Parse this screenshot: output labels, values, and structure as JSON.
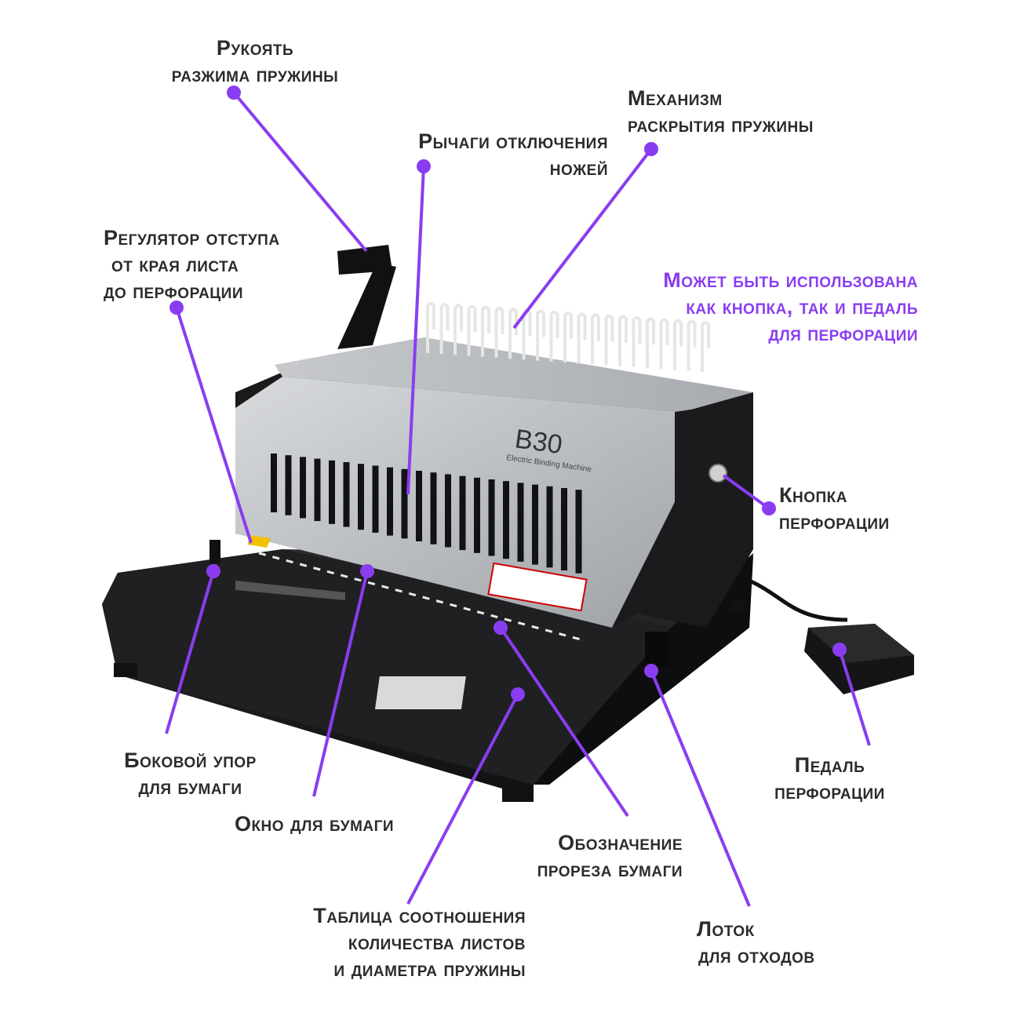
{
  "colors": {
    "accent": "#8a3df0",
    "text": "#2b2b2b",
    "machine_body": "#1c1c1e",
    "panel": "#b9bcbf"
  },
  "device": {
    "model": "B30",
    "subtitle": "Electric Binding Machine"
  },
  "labels": {
    "handle": [
      "Рукоять",
      "разжима пружины"
    ],
    "opening_mechanism": [
      "Механизм",
      "раскрытия пружины"
    ],
    "knife_levers": [
      "Рычаги отключения",
      "ножей"
    ],
    "margin_regulator": [
      "Регулятор отступа",
      "от края листа",
      "до перфорации"
    ],
    "note": [
      "Может быть использована",
      "как кнопка, так и педаль",
      "для перфорации"
    ],
    "punch_button": [
      "Кнопка",
      "перфорации"
    ],
    "side_stop": [
      "Боковой упор",
      "для бумаги"
    ],
    "paper_window": [
      "Окно для бумаги"
    ],
    "slot_mark": [
      "Обозначение",
      "прореза бумаги"
    ],
    "pedal": [
      "Педаль",
      "перфорации"
    ],
    "sheet_table": [
      "Таблица соотношения",
      "количества листов",
      "и диаметра пружины"
    ],
    "waste_tray": [
      "Лоток",
      "для отходов"
    ]
  }
}
